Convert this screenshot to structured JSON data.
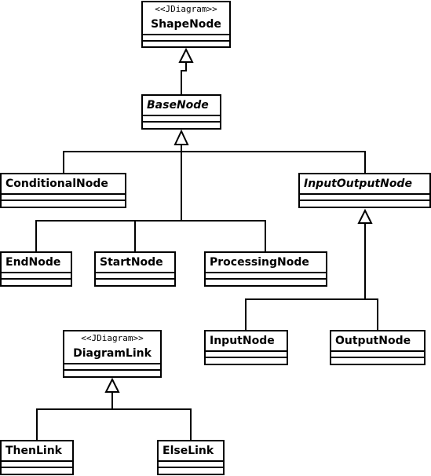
{
  "classes": {
    "shape_node": {
      "stereotype": "<<JDiagram>>",
      "name": "ShapeNode"
    },
    "base_node": {
      "name": "BaseNode"
    },
    "conditional_node": {
      "name": "ConditionalNode"
    },
    "input_output_node": {
      "name": "InputOutputNode"
    },
    "end_node": {
      "name": "EndNode"
    },
    "start_node": {
      "name": "StartNode"
    },
    "processing_node": {
      "name": "ProcessingNode"
    },
    "input_node": {
      "name": "InputNode"
    },
    "output_node": {
      "name": "OutputNode"
    },
    "diagram_link": {
      "stereotype": "<<JDiagram>>",
      "name": "DiagramLink"
    },
    "then_link": {
      "name": "ThenLink"
    },
    "else_link": {
      "name": "ElseLink"
    }
  },
  "abstract_classes": [
    "BaseNode",
    "InputOutputNode"
  ],
  "inheritance": [
    {
      "child": "BaseNode",
      "parent": "ShapeNode"
    },
    {
      "child": "ConditionalNode",
      "parent": "BaseNode"
    },
    {
      "child": "InputOutputNode",
      "parent": "BaseNode"
    },
    {
      "child": "EndNode",
      "parent": "BaseNode"
    },
    {
      "child": "StartNode",
      "parent": "BaseNode"
    },
    {
      "child": "ProcessingNode",
      "parent": "BaseNode"
    },
    {
      "child": "InputNode",
      "parent": "InputOutputNode"
    },
    {
      "child": "OutputNode",
      "parent": "InputOutputNode"
    },
    {
      "child": "ThenLink",
      "parent": "DiagramLink"
    },
    {
      "child": "ElseLink",
      "parent": "DiagramLink"
    }
  ],
  "colors": {
    "line": "#000000",
    "fill": "#ffffff"
  }
}
